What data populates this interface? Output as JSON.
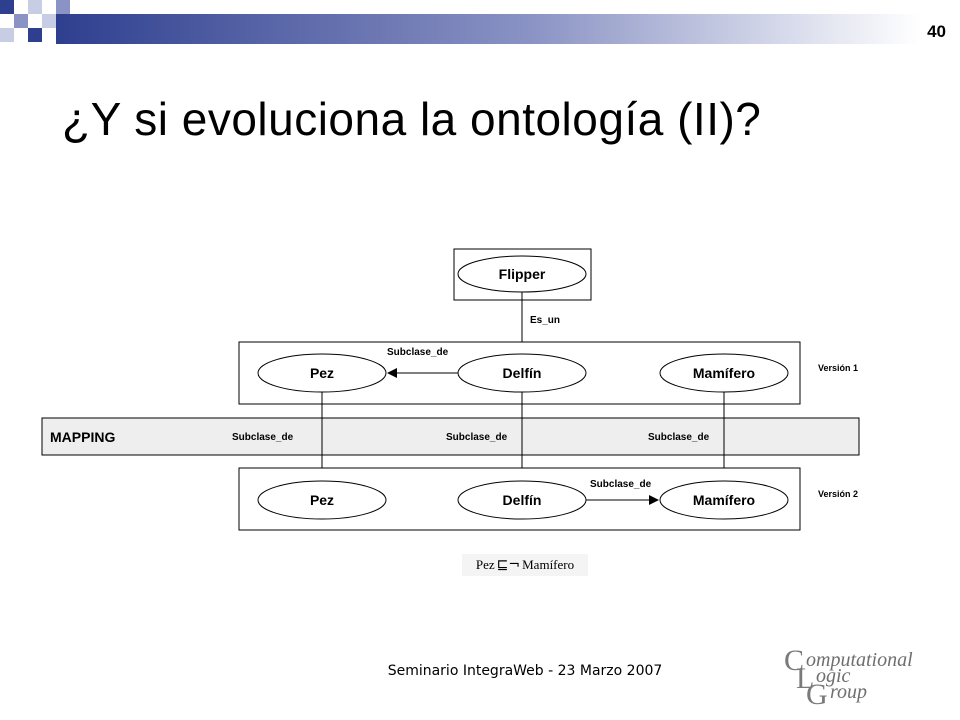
{
  "slide": {
    "number": "40",
    "title": "¿Y si evoluciona la ontología (II)?",
    "footer": "Seminario IntegraWeb - 23 Marzo 2007"
  },
  "diagram": {
    "top_node": "Flipper",
    "top_relation": "Es_un",
    "version1": {
      "label": "Versión 1",
      "nodes": [
        "Pez",
        "Delfín",
        "Mamífero"
      ],
      "relation": "Subclase_de"
    },
    "mapping": {
      "label": "MAPPING",
      "relations": [
        "Subclase_de",
        "Subclase_de",
        "Subclase_de"
      ]
    },
    "version2": {
      "label": "Versión 2",
      "nodes": [
        "Pez",
        "Delfín",
        "Mamífero"
      ],
      "relation": "Subclase_de"
    }
  },
  "formula": {
    "left": "Pez",
    "symbol": "⊑¬",
    "right": "Mamífero"
  },
  "logo": {
    "line1": "omputational",
    "line2": "ogic",
    "line3": "roup",
    "caps": [
      "C",
      "L",
      "G"
    ]
  }
}
